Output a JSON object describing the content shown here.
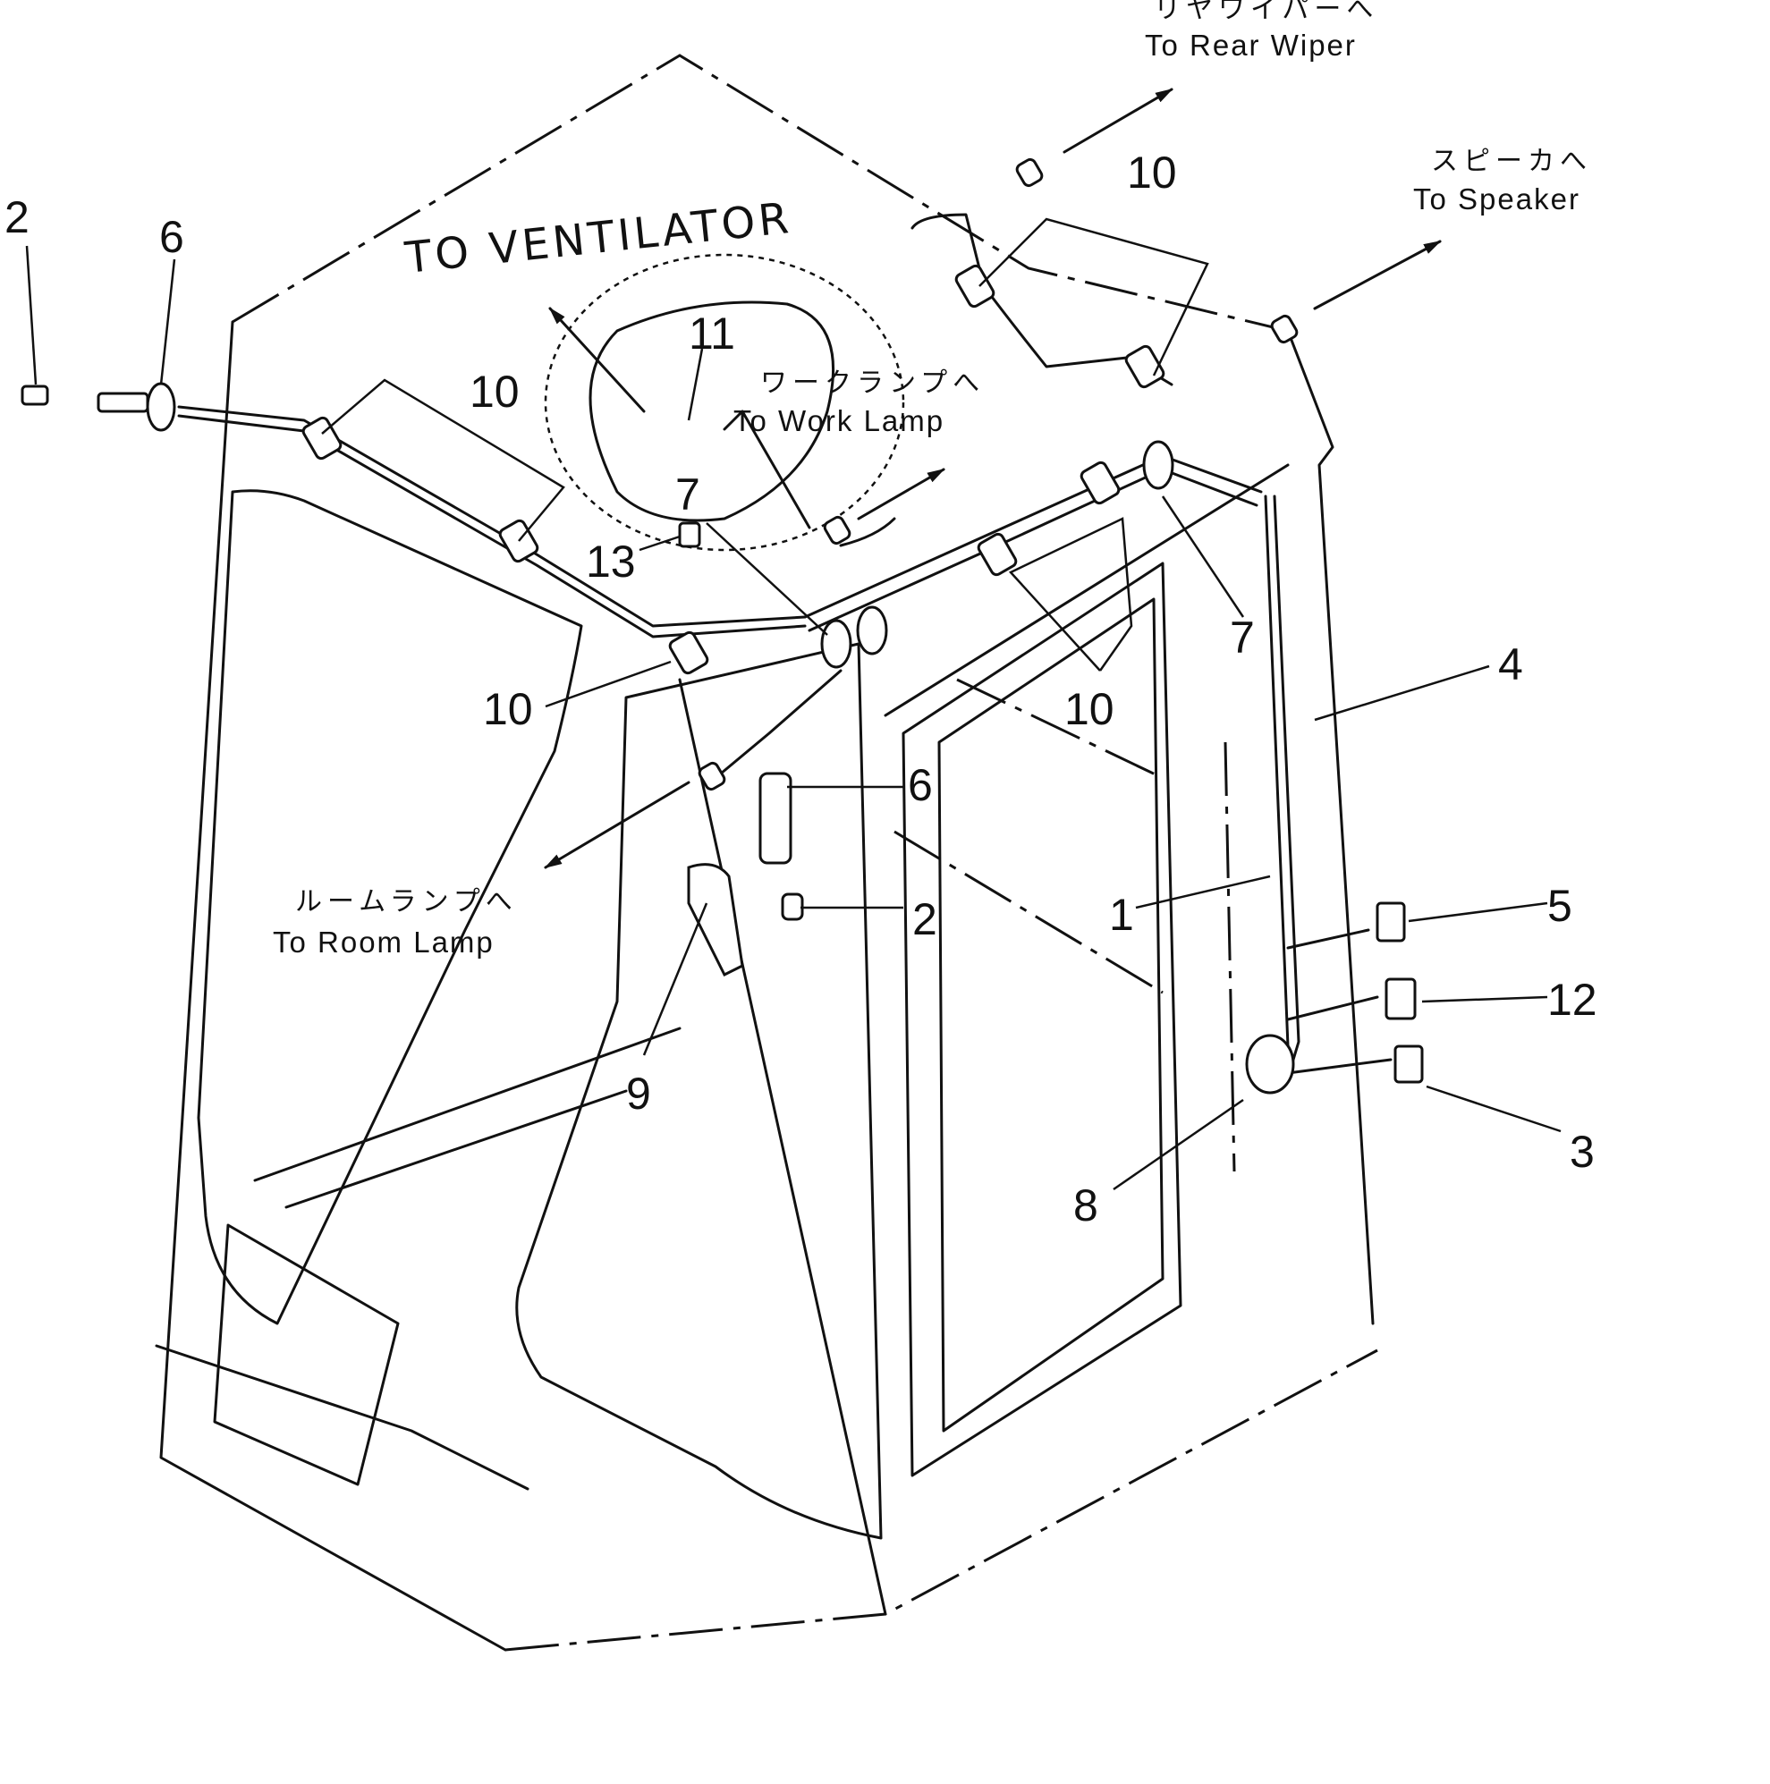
{
  "destinations": {
    "rear_wiper": {
      "jp": "リヤワイパーへ",
      "en": "To Rear Wiper"
    },
    "speaker": {
      "jp": "スピーカへ",
      "en": "To Speaker"
    },
    "work_lamp": {
      "jp": "ワークランプへ",
      "en": "To Work Lamp"
    },
    "room_lamp": {
      "jp": "ルームランプへ",
      "en": "To Room Lamp"
    },
    "ventilator": {
      "en": "TO VENTILATOR"
    }
  },
  "part_numbers": {
    "p2_left": "2",
    "p6_left": "6",
    "p10_left_top": "10",
    "p11": "11",
    "p7_center": "7",
    "p13": "13",
    "p10_center_left": "10",
    "p6_center": "6",
    "p2_center": "2",
    "p9": "9",
    "p10_top_right": "10",
    "p7_right": "7",
    "p10_center_right": "10",
    "p4": "4",
    "p1": "1",
    "p5": "5",
    "p12": "12",
    "p3": "3",
    "p8": "8"
  }
}
